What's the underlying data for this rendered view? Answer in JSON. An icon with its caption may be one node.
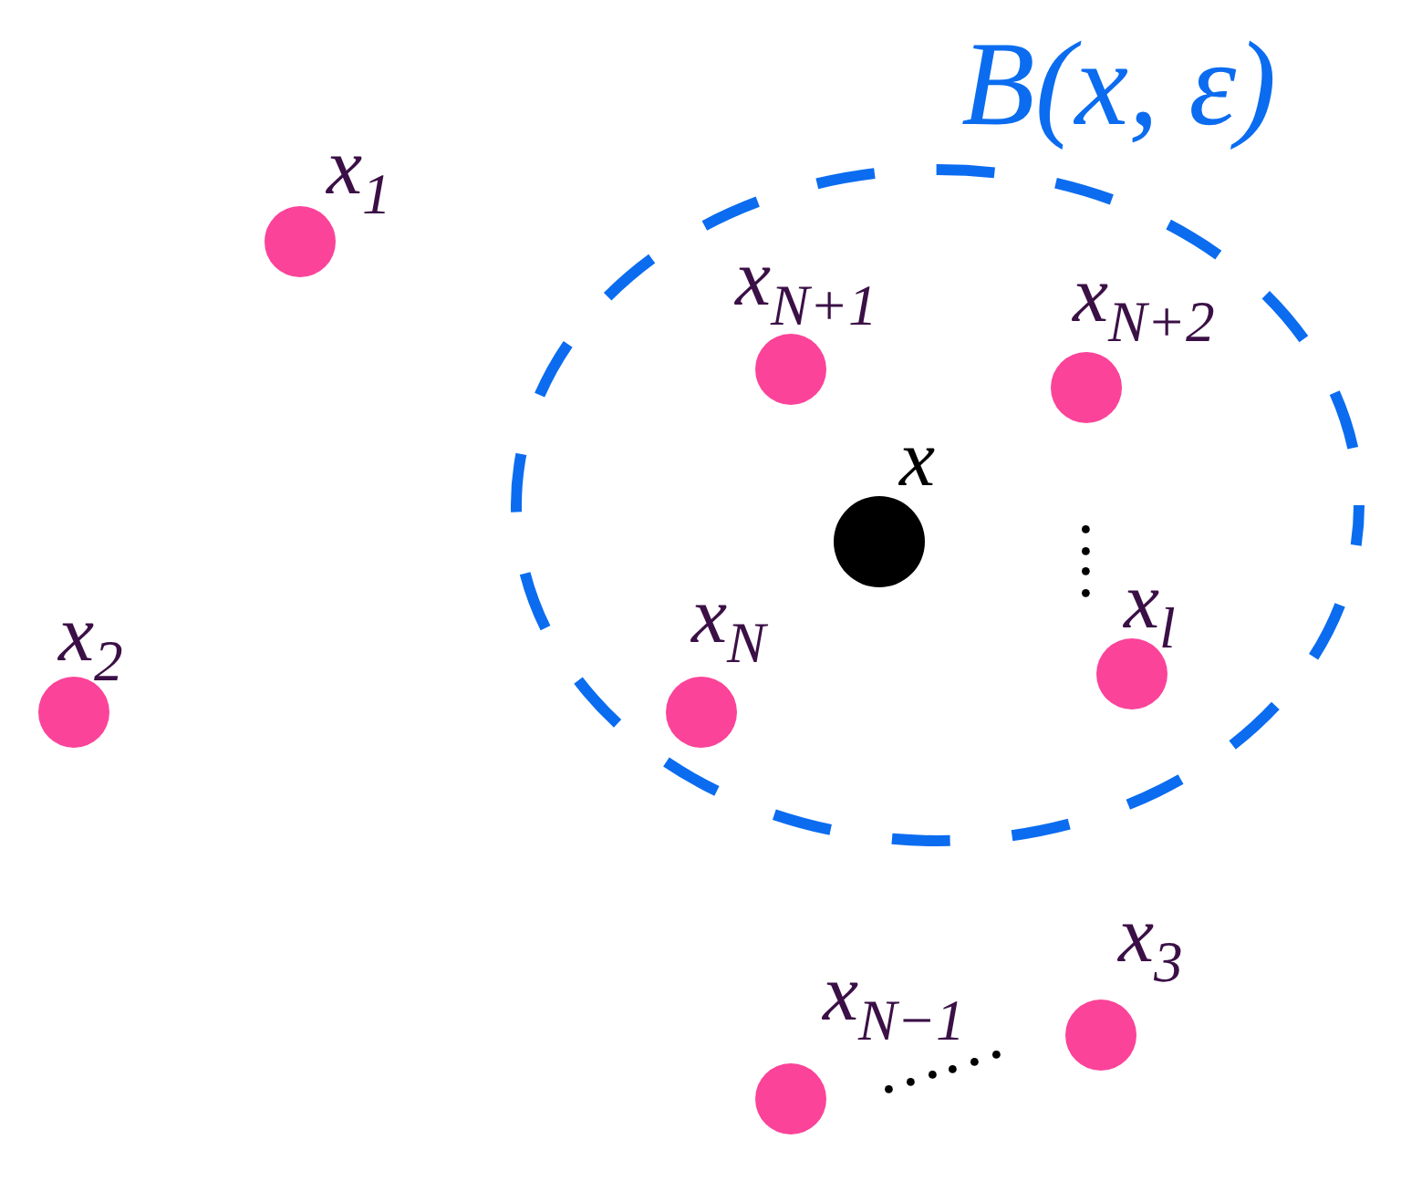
{
  "diagram": {
    "nodes": [
      {
        "text": [
          "B(x, ε)"
        ]
      },
      {
        "text": [],
        "shape": "circle",
        "beside": [
          "x$_{1}$"
        ]
      },
      {
        "text": [],
        "shape": "circle",
        "beside": [
          "x$_{N+1}$"
        ],
        "in": 0
      },
      {
        "text": [],
        "shape": "circle",
        "beside": [
          "x$_{N+2}$"
        ],
        "in": 0
      },
      {
        "text": [],
        "shape": "circle",
        "beside": [
          "x"
        ],
        "in": 0
      },
      {
        "text": [],
        "shape": "circle",
        "beside": [
          "x$_{l}$"
        ],
        "in": 0
      },
      {
        "text": [],
        "shape": "circle",
        "beside": [
          "x$_{2}$"
        ]
      },
      {
        "text": [],
        "shape": "circle",
        "beside": [
          "x$_{N}$"
        ],
        "in": 0
      },
      {
        "text": [],
        "shape": "circle",
        "beside": [
          "x$_{3}$"
        ]
      },
      {
        "text": [],
        "shape": "circle",
        "beside": [
          "x$_{N−1}$"
        ]
      }
    ]
  }
}
